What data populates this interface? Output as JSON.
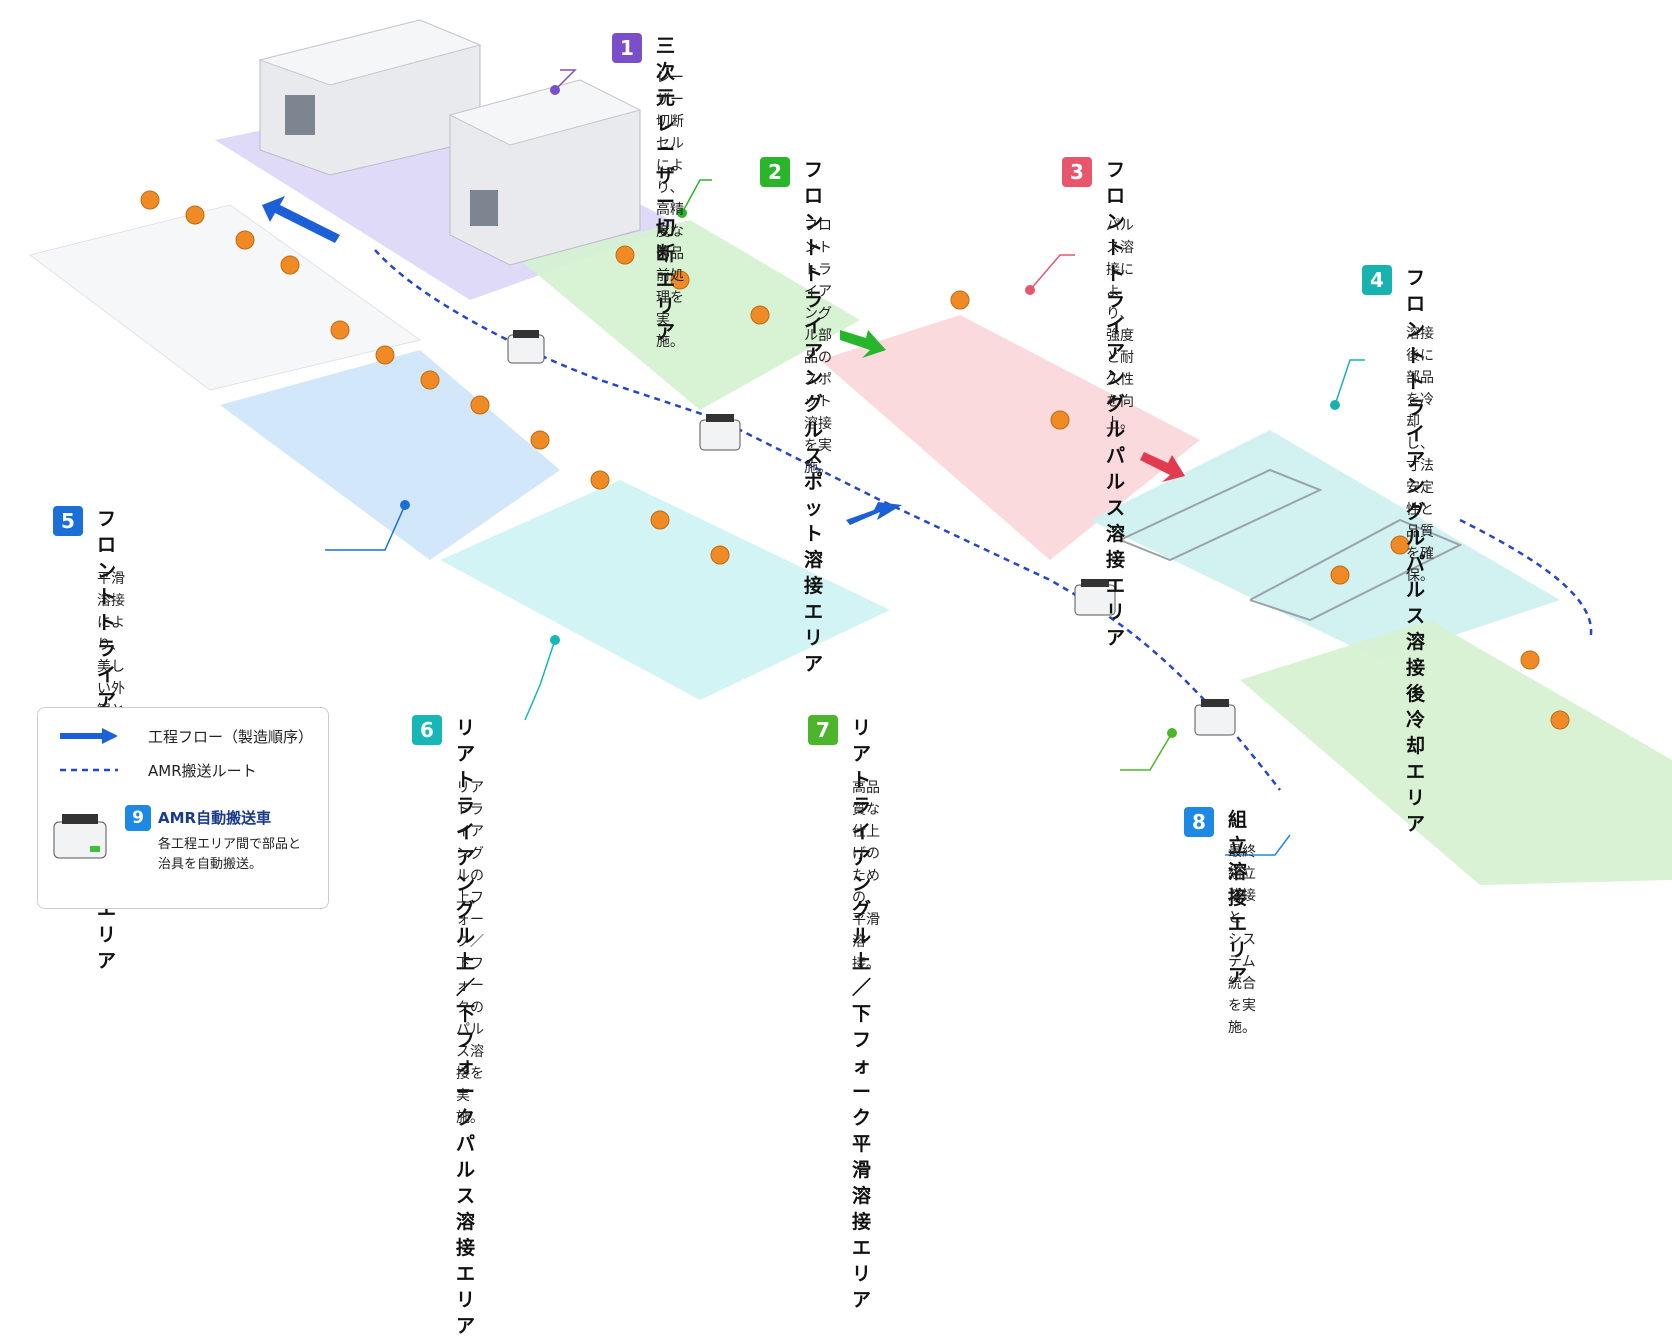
{
  "areas": [
    {
      "num": "1",
      "title": "三次元レーザー切断エリア",
      "desc": "レーザー切断セルにより、\n高精度な部品前処理を実施。",
      "color": "#7b4fc9"
    },
    {
      "num": "2",
      "title": "フロントトライアングル\nスポット溶接エリア",
      "desc": "フロントトライアングル部品の\nスポット溶接を実施。",
      "color": "#2bb52b"
    },
    {
      "num": "3",
      "title": "フロントトライアングル\nパルス溶接エリア",
      "desc": "パルス溶接により、\n強度と耐久性を向上。",
      "color": "#e8566e"
    },
    {
      "num": "4",
      "title": "フロントトライアングル\nパルス溶接後 冷却エリア",
      "desc": "溶接後に部品を冷却し、\n寸法安定性と品質を確保。",
      "color": "#18b3b0"
    },
    {
      "num": "5",
      "title": "フロントトライアングル\n平滑溶接エリア",
      "desc": "平滑溶接により、\n美しい外観と構造強度を実現。",
      "color": "#1c6fd6"
    },
    {
      "num": "6",
      "title": "リアトライアングル\n上／下フォーク パルス溶接エリア",
      "desc": "リアトライアングルの\n上フォーク／下フォークの\nパルス溶接を実施。",
      "color": "#17b7b7"
    },
    {
      "num": "7",
      "title": "リアトライアングル\n上／下フォーク 平滑溶接エリア",
      "desc": "高品質な仕上げのための\n平滑溶接。",
      "color": "#4db52b"
    },
    {
      "num": "8",
      "title": "組立溶接エリア",
      "desc": "最終組立溶接と\nシステム統合を実施。",
      "color": "#1e88e5"
    }
  ],
  "legend": {
    "flow_label": "工程フロー（製造順序）",
    "amr_route_label": "AMR搬送ルート",
    "amr_num": "9",
    "amr_title": "AMR自動搬送車",
    "amr_desc": "各工程エリア間で部品と\n治具を自動搬送。"
  }
}
